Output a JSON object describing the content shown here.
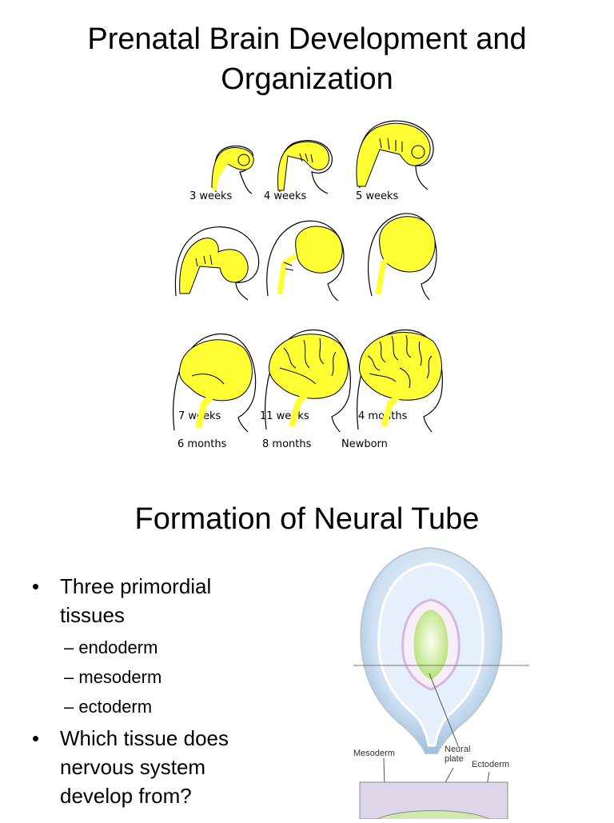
{
  "slide1": {
    "title": "Prenatal Brain Development and Organization",
    "stages": [
      {
        "label": "3 weeks"
      },
      {
        "label": "4 weeks"
      },
      {
        "label": "5 weeks"
      },
      {
        "label": "7 weeks"
      },
      {
        "label": "11 weeks"
      },
      {
        "label": "4 months"
      },
      {
        "label": "6 months"
      },
      {
        "label": "8 months"
      },
      {
        "label": "Newborn"
      }
    ],
    "brain_color": "#ffff33"
  },
  "slide2": {
    "title": "Formation of Neural Tube",
    "bullets": [
      {
        "text": "Three primordial tissues",
        "sub": [
          "endoderm",
          "mesoderm",
          "ectoderm"
        ]
      },
      {
        "text": "Which tissue does nervous system develop from?",
        "sub": []
      }
    ],
    "bullet_marker": "•",
    "sub_marker": "–",
    "diagram_labels": {
      "mesoderm": "Mesoderm",
      "neural_plate": "Neural plate",
      "ectoderm": "Ectoderm"
    }
  }
}
